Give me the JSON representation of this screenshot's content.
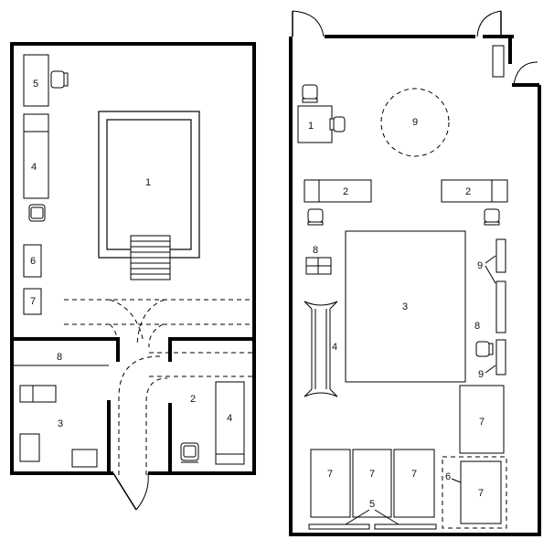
{
  "left_plan": {
    "labels": {
      "pool": "1",
      "room_right": "2",
      "room_left": "3",
      "cabinet_right": "4",
      "bench_left": "4",
      "desk_top": "5",
      "unit_6": "6",
      "unit_7": "7",
      "partition": "8"
    }
  },
  "right_plan": {
    "labels": {
      "desk": "1",
      "bench_left": "2",
      "bench_right": "2",
      "table": "3",
      "conveyor": "4",
      "rail": "5",
      "bin_group": "6",
      "bin_a": "7",
      "bin_b": "7",
      "bin_c": "7",
      "bin_d": "7",
      "bin_e": "7",
      "item_8_left": "8",
      "item_8_right": "8",
      "circle": "9",
      "cabinet_upper": "9",
      "cabinet_lower": "9"
    }
  }
}
